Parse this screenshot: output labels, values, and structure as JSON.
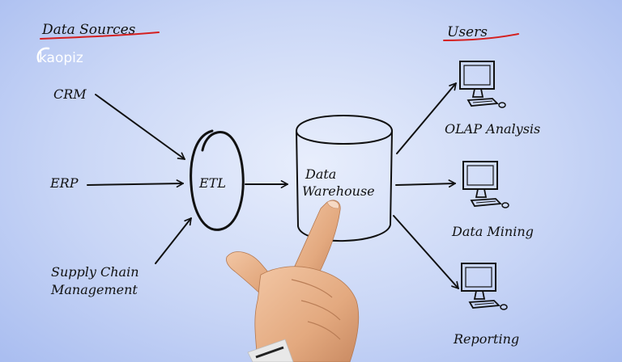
{
  "headers": {
    "sources": "Data Sources",
    "users": "Users"
  },
  "brand": {
    "logo_text": "kaopiz"
  },
  "sources": [
    {
      "label": "CRM"
    },
    {
      "label": "ERP"
    },
    {
      "label_line1": "Supply Chain",
      "label_line2": "Management"
    }
  ],
  "etl": {
    "label": "ETL"
  },
  "warehouse": {
    "line1": "Data",
    "line2": "Warehouse"
  },
  "users": [
    {
      "label": "OLAP Analysis",
      "icon": "computer-icon"
    },
    {
      "label": "Data Mining",
      "icon": "computer-icon"
    },
    {
      "label": "Reporting",
      "icon": "computer-icon"
    }
  ],
  "colors": {
    "ink": "#111111",
    "underline": "#d42020",
    "background": "#c9d6f6",
    "skin": "#e9b792",
    "cuff": "#e8e8e8"
  }
}
